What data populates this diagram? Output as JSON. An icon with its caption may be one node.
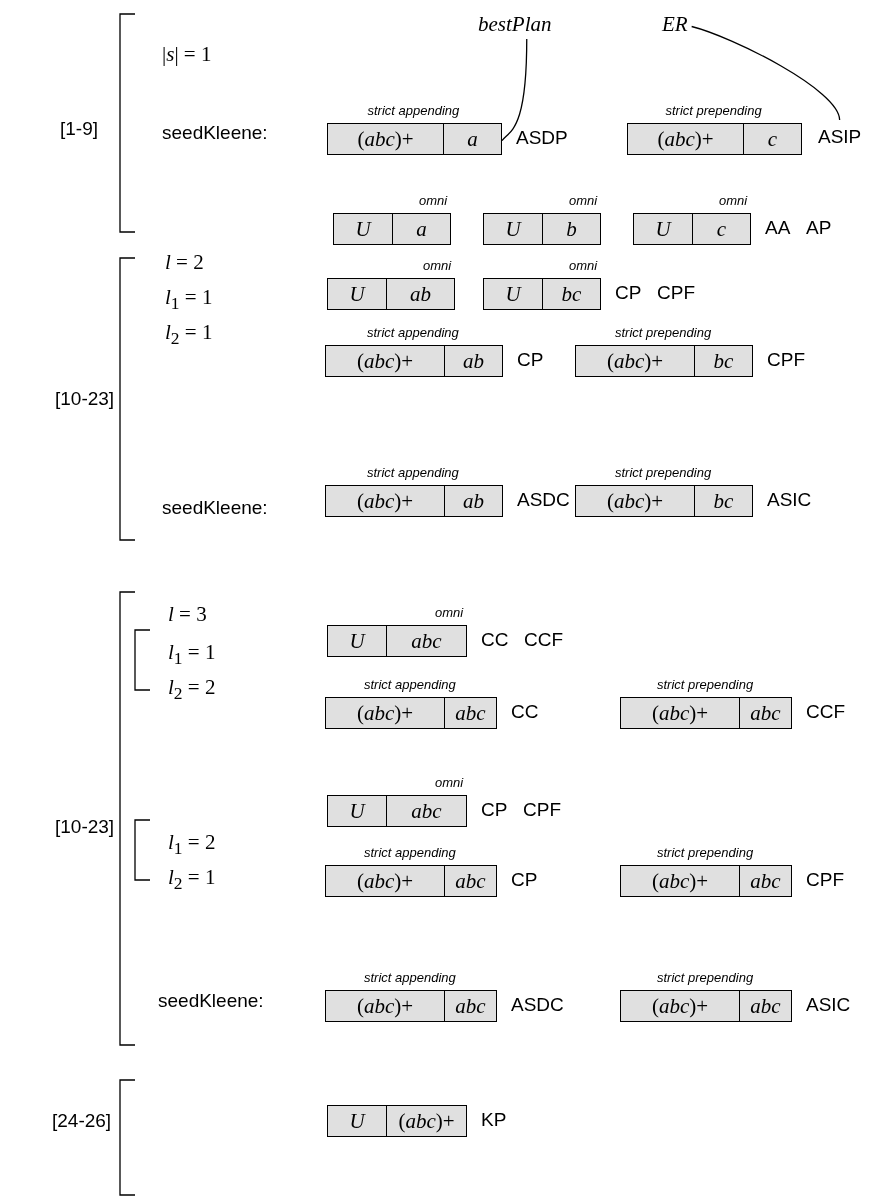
{
  "diagram": {
    "nodes": [
      {
        "text": [
          "bestPlan"
        ]
      },
      {
        "text": [
          "ER"
        ]
      },
      {
        "text": [
          "(*abc*)+",
          "a"
        ],
        "beside": [
          "strict appending",
          "ASDP"
        ]
      },
      {
        "text": [
          "(*abc*)+",
          "c"
        ],
        "beside": [
          "strict prepending"
        ]
      },
      {
        "text": [
          "ASIP"
        ]
      },
      {
        "text": [
          "U",
          "a"
        ],
        "beside": [
          "omni"
        ]
      },
      {
        "text": [
          "U",
          "b"
        ],
        "beside": [
          "omni"
        ]
      },
      {
        "text": [
          "U",
          "c"
        ],
        "beside": [
          "omni",
          "AA",
          "AP"
        ]
      },
      {
        "text": [
          "U",
          "ab"
        ],
        "beside": [
          "omni"
        ]
      },
      {
        "text": [
          "U",
          "bc"
        ],
        "beside": [
          "omni",
          "CP",
          "CPF"
        ]
      },
      {
        "text": [
          "(*abc*)+",
          "ab"
        ],
        "beside": [
          "strict appending",
          "CP"
        ]
      },
      {
        "text": [
          "(*abc*)+",
          "bc"
        ],
        "beside": [
          "strict prepending",
          "CPF"
        ]
      },
      {
        "text": [
          "(*abc*)+",
          "ab"
        ],
        "beside": [
          "strict appending",
          "ASDC"
        ]
      },
      {
        "text": [
          "(*abc*)+",
          "bc"
        ],
        "beside": [
          "strict prepending",
          "ASIC"
        ]
      },
      {
        "text": [
          "U",
          "abc"
        ],
        "beside": [
          "omni",
          "CC",
          "CCF"
        ]
      },
      {
        "text": [
          "(*abc*)+",
          "abc"
        ],
        "beside": [
          "strict appending",
          "CC"
        ]
      },
      {
        "text": [
          "(*abc*)+",
          "abc"
        ],
        "beside": [
          "strict prepending",
          "CCF"
        ]
      },
      {
        "text": [
          "U",
          "abc"
        ],
        "beside": [
          "omni",
          "CP",
          "CPF"
        ]
      },
      {
        "text": [
          "(*abc*)+",
          "abc"
        ],
        "beside": [
          "strict appending",
          "CP"
        ]
      },
      {
        "text": [
          "(*abc*)+",
          "abc"
        ],
        "beside": [
          "strict prepending",
          "CPF"
        ]
      },
      {
        "text": [
          "(*abc*)+",
          "abc"
        ],
        "beside": [
          "strict appending",
          "ASDC"
        ]
      },
      {
        "text": [
          "(*abc*)+",
          "abc"
        ],
        "beside": [
          "strict prepending",
          "ASIC"
        ]
      },
      {
        "text": [
          "U",
          "(*abc*)+"
        ],
        "beside": [
          "KP"
        ]
      }
    ],
    "edges": [
      {
        "from": 0,
        "to": 2,
        "arrow": "none"
      },
      {
        "from": 1,
        "to": 4,
        "arrow": "none"
      }
    ],
    "labels": [
      "|*s*| = 1",
      "[1-9]",
      "seedKleene:",
      "*l* = 2",
      "*l*$_{1}$ = 1",
      "[10-23]",
      "*l*$_{2}$ = 1",
      "seedKleene:",
      "*l* = 3",
      "*l*$_{1}$ = 1",
      "*l*$_{2}$ = 2",
      "[10-23]",
      "*l*$_{1}$ = 2",
      "*l*$_{2}$ = 1",
      "seedKleene:",
      "[24-26]"
    ]
  }
}
